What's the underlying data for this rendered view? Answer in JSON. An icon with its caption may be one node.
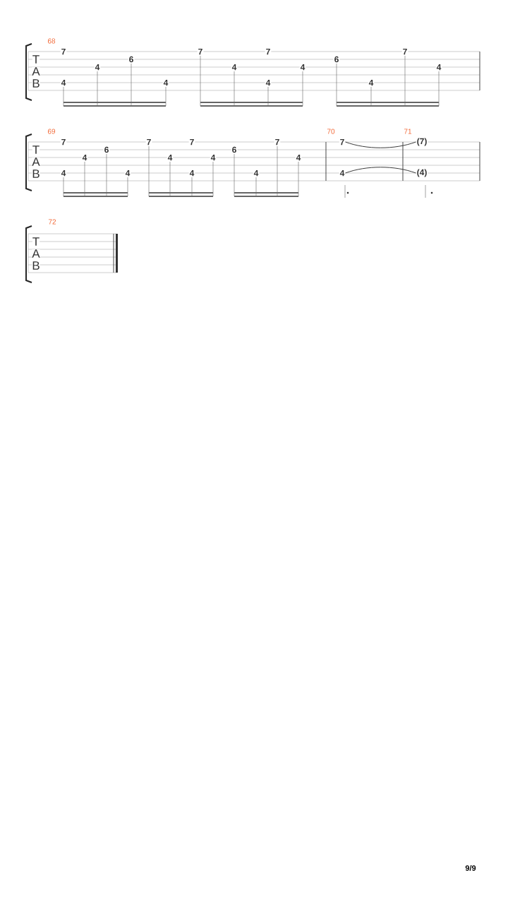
{
  "diagram": {
    "nodes": [
      {
        "text": [
          "7"
        ]
      },
      {
        "text": [
          "4"
        ]
      },
      {
        "text": [
          "4"
        ]
      },
      {
        "text": [
          "6"
        ]
      },
      {
        "text": [
          "4"
        ]
      },
      {
        "text": [
          "7"
        ]
      },
      {
        "text": [
          "4"
        ]
      },
      {
        "text": [
          "7"
        ]
      },
      {
        "text": [
          "4"
        ]
      },
      {
        "text": [
          "4"
        ]
      },
      {
        "text": [
          "6"
        ]
      },
      {
        "text": [
          "4"
        ]
      },
      {
        "text": [
          "7"
        ]
      },
      {
        "text": [
          "4"
        ]
      },
      {
        "text": [
          "7"
        ]
      },
      {
        "text": [
          "4"
        ]
      },
      {
        "text": [
          "4"
        ]
      },
      {
        "text": [
          "6"
        ]
      },
      {
        "text": [
          "4"
        ]
      },
      {
        "text": [
          "7"
        ]
      },
      {
        "text": [
          "4"
        ]
      },
      {
        "text": [
          "7"
        ]
      },
      {
        "text": [
          "4"
        ]
      },
      {
        "text": [
          "4"
        ]
      },
      {
        "text": [
          "6"
        ]
      },
      {
        "text": [
          "4"
        ]
      },
      {
        "text": [
          "7"
        ]
      },
      {
        "text": [
          "4"
        ]
      },
      {
        "text": [
          "7"
        ]
      },
      {
        "text": [
          "4"
        ]
      },
      {
        "text": [
          "(7)"
        ]
      },
      {
        "text": [
          "(4)"
        ]
      }
    ],
    "edges": [
      {
        "from": 28,
        "to": 30,
        "arrow": "none"
      },
      {
        "from": 29,
        "to": 31,
        "arrow": "none"
      }
    ],
    "labels": [
      "68",
      "T",
      "A",
      "B",
      "69",
      "70",
      "71",
      "T",
      "A",
      "B",
      "72",
      "T",
      "A",
      "B",
      "9/9"
    ]
  }
}
